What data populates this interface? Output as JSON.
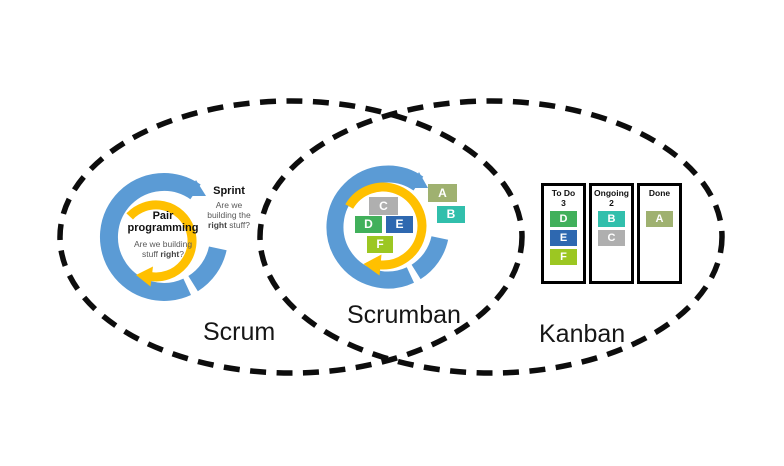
{
  "venn": {
    "scrum_label": "Scrum",
    "scrumban_label": "Scrumban",
    "kanban_label": "Kanban",
    "outline_color": "#0d0d0d"
  },
  "colors": {
    "arrow_blue": "#5B9BD5",
    "arrow_yellow": "#FFC000"
  },
  "scrum": {
    "sprint_title": "Sprint",
    "sprint_q_l1": "Are we",
    "sprint_q_l2": "building the",
    "sprint_q_l3_bold": "right",
    "sprint_q_l3_rest": " stuff?",
    "pair_l1": "Pair",
    "pair_l2": "programming",
    "pair_q_l1": "Are we building",
    "pair_q_l2_pre": "stuff ",
    "pair_q_l2_bold": "right",
    "pair_q_l2_post": "?"
  },
  "scrumban": {
    "tasks": [
      {
        "label": "A",
        "color": "#9FB170"
      },
      {
        "label": "B",
        "color": "#31BFAC"
      },
      {
        "label": "C",
        "color": "#AFAFAF"
      },
      {
        "label": "D",
        "color": "#41B05B"
      },
      {
        "label": "E",
        "color": "#2E68B0"
      },
      {
        "label": "F",
        "color": "#9CC722"
      }
    ]
  },
  "kanban": {
    "columns": [
      {
        "title": "To Do",
        "limit": "3",
        "cards": [
          {
            "label": "D",
            "color": "#41B05B"
          },
          {
            "label": "E",
            "color": "#2E68B0"
          },
          {
            "label": "F",
            "color": "#9CC722"
          }
        ]
      },
      {
        "title": "Ongoing",
        "limit": "2",
        "cards": [
          {
            "label": "B",
            "color": "#31BFAC"
          },
          {
            "label": "C",
            "color": "#AFAFAF"
          }
        ]
      },
      {
        "title": "Done",
        "limit": "",
        "cards": [
          {
            "label": "A",
            "color": "#9FB170"
          }
        ]
      }
    ]
  }
}
